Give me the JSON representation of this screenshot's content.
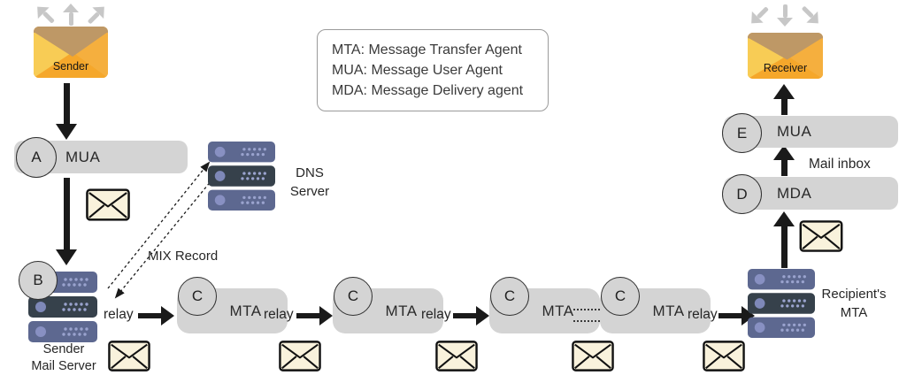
{
  "legend": {
    "lines": [
      "MTA: Message Transfer Agent",
      "MUA: Message User Agent",
      "MDA: Message Delivery agent"
    ]
  },
  "sender": {
    "label": "Sender"
  },
  "receiver": {
    "label": "Receiver"
  },
  "left_chain": {
    "mua": {
      "badge": "A",
      "label": "MUA"
    },
    "mail_server": {
      "badge": "B",
      "label_line1": "Sender",
      "label_line2": "Mail Server"
    }
  },
  "dns": {
    "label_line1": "DNS",
    "label_line2": "Server",
    "record_label": "MIX Record"
  },
  "relay_chain": {
    "relay_label": "relay",
    "mtas": [
      {
        "badge": "C",
        "label": "MTA"
      },
      {
        "badge": "C",
        "label": "MTA"
      },
      {
        "badge": "C",
        "label": "MTA"
      },
      {
        "badge": "C",
        "label": "MTA"
      }
    ]
  },
  "right_chain": {
    "recipient_mta": {
      "label_line1": "Recipient's",
      "label_line2": "MTA"
    },
    "mda": {
      "badge": "D",
      "label": "MDA"
    },
    "mua": {
      "badge": "E",
      "label": "MUA"
    },
    "inbox_label": "Mail inbox"
  },
  "colors": {
    "pill_gray": "#d4d4d4",
    "arrow_black": "#1a1a1a",
    "spread_gray": "#c7c7c7",
    "envelope_cream": "#f9f2dc",
    "envelope_orange": "#f5a72b",
    "envelope_flap_tan": "#be9866",
    "server_bar_light": "#5d6890",
    "server_bar_dark": "#36414b"
  }
}
